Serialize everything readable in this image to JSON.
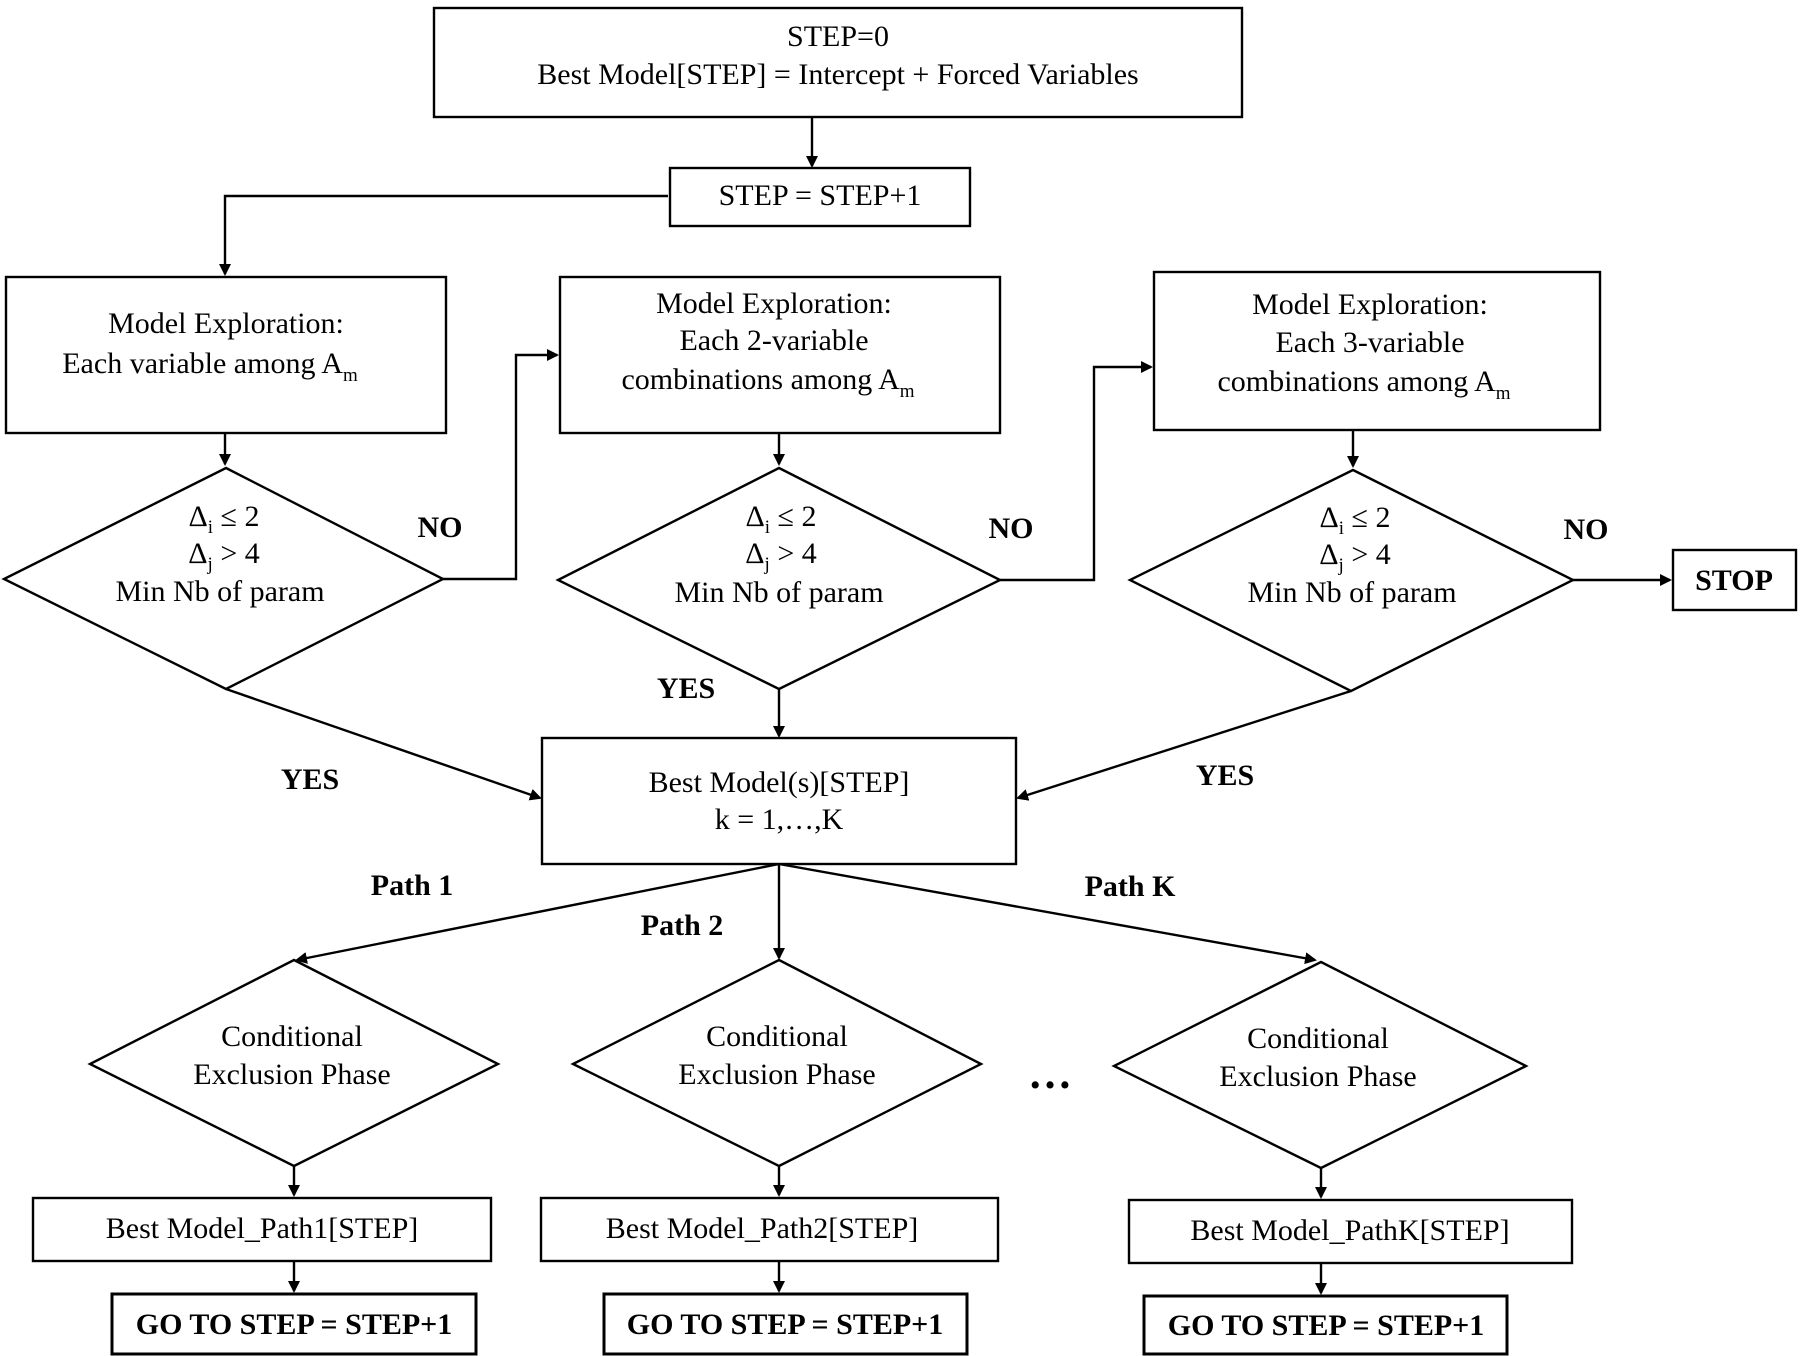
{
  "nodes": {
    "init": {
      "line1": "STEP=0",
      "line2": "Best Model[STEP] = Intercept + Forced Variables"
    },
    "step_inc": {
      "text": "STEP = STEP+1"
    },
    "explore1": {
      "line1": "Model Exploration:",
      "line2": "Each variable among A",
      "sub": "m"
    },
    "explore2": {
      "line1": "Model Exploration:",
      "line2": "Each 2-variable",
      "line3": "combinations among A",
      "sub": "m"
    },
    "explore3": {
      "line1": "Model Exploration:",
      "line2": "Each 3-variable",
      "line3": "combinations among A",
      "sub": "m"
    },
    "decision": {
      "delta": "Δ",
      "sub_i": "i",
      "sub_j": "j",
      "cond1": " ≤ 2",
      "cond2": " > 4",
      "line3": "Min Nb of param"
    },
    "stop": {
      "text": "STOP"
    },
    "best_models": {
      "line1": "Best Model(s)[STEP]",
      "line2": "k = 1,…,K"
    },
    "exclusion": {
      "line1": "Conditional",
      "line2": "Exclusion Phase"
    },
    "path1_best": {
      "text": "Best Model_Path1[STEP]"
    },
    "path2_best": {
      "text": "Best Model_Path2[STEP]"
    },
    "pathK_best": {
      "text": "Best Model_PathK[STEP]"
    },
    "goto": {
      "text": "GO TO STEP = STEP+1"
    }
  },
  "labels": {
    "no": "NO",
    "yes": "YES",
    "path1": "Path 1",
    "path2": "Path 2",
    "pathK": "Path K",
    "ellipsis": "…"
  }
}
